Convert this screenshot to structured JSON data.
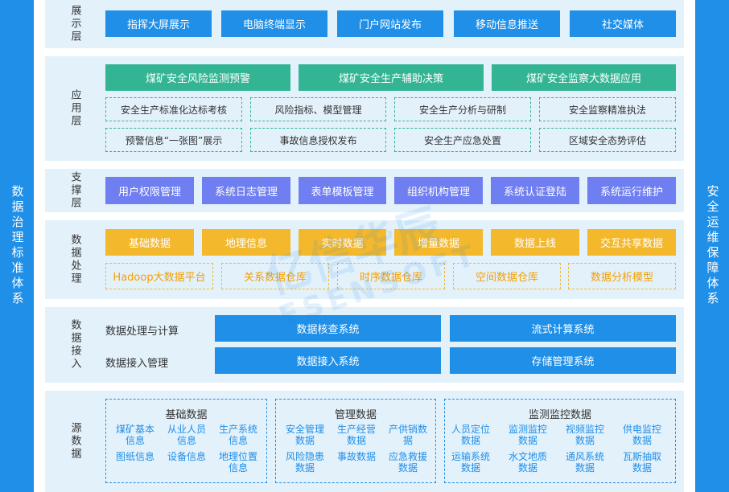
{
  "side": {
    "left": "数据治理标准体系",
    "right": "安全运维保障体系"
  },
  "watermark": {
    "line1": "亿信华辰",
    "line2": "ESENSOFT"
  },
  "layers": {
    "display": {
      "label": "展示层",
      "items": [
        "指挥大屏展示",
        "电脑终端显示",
        "门户网站发布",
        "移动信息推送",
        "社交媒体"
      ]
    },
    "application": {
      "label": "应用层",
      "main": [
        "煤矿安全风险监测预警",
        "煤矿安全生产辅助决策",
        "煤矿安全监察大数据应用"
      ],
      "sub_row1": [
        "安全生产标准化达标考核",
        "风险指标、模型管理",
        "安全生产分析与研制",
        "安全监察精准执法"
      ],
      "sub_row2": [
        "预警信息“一张图”展示",
        "事故信息授权发布",
        "安全生产应急处置",
        "区域安全态势评估"
      ]
    },
    "support": {
      "label": "支撑层",
      "items": [
        "用户权限管理",
        "系统日志管理",
        "表单模板管理",
        "组织机构管理",
        "系统认证登陆",
        "系统运行维护"
      ]
    },
    "processing": {
      "label": "数据处理",
      "row1": [
        "基础数据",
        "地理信息",
        "实时数据",
        "增量数据",
        "数据上线",
        "交互共享数据"
      ],
      "row2": [
        "Hadoop大数据平台",
        "关系数据仓库",
        "时序数据仓库",
        "空间数据仓库",
        "数据分析模型"
      ]
    },
    "ingest": {
      "label": "数据接入",
      "rows": [
        {
          "name": "数据处理与计算",
          "a": "数据核查系统",
          "b": "流式计算系统"
        },
        {
          "name": "数据接入管理",
          "a": "数据接入系统",
          "b": "存储管理系统"
        }
      ]
    },
    "source": {
      "label": "源数据",
      "panels": [
        {
          "title": "基础数据",
          "items": [
            "煤矿基本信息",
            "从业人员信息",
            "生产系统信息",
            "图纸信息",
            "设备信息",
            "地理位置信息"
          ]
        },
        {
          "title": "管理数据",
          "items": [
            "安全管理数据",
            "生产经营数据",
            "产供销数据",
            "风险隐患数据",
            "事故数据",
            "应急救援数据"
          ]
        },
        {
          "title": "监测监控数据",
          "items": [
            "人员定位数据",
            "监测监控数据",
            "视频监控数据",
            "供电监控数据",
            "运输系统数据",
            "水文地质数据",
            "通风系统数据",
            "瓦斯抽取数据"
          ]
        }
      ]
    }
  },
  "colors": {
    "blue": "#1f8fe8",
    "green": "#33b594",
    "purple": "#6f7ef0",
    "gold": "#f4b82c",
    "panel": "#e3f1fb"
  }
}
